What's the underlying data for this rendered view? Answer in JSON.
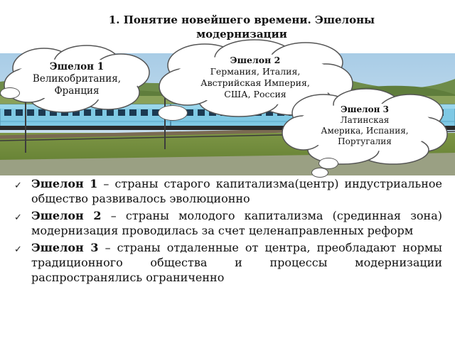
{
  "slide": {
    "title": "1. Понятие новейшего времени. Эшелоны модернизации",
    "clouds": [
      {
        "heading": "Эшелон 1",
        "lines": [
          "Великобритания,",
          "Франция"
        ]
      },
      {
        "heading": "Эшелон 2",
        "lines": [
          "Германия, Италия,",
          "Австрийская Империя,",
          "США, Россия"
        ]
      },
      {
        "heading": "Эшелон 3",
        "lines": [
          "Латинская",
          "Америка, Испания,",
          "Португалия"
        ]
      }
    ],
    "bullets": [
      {
        "term": "Эшелон 1",
        "text": " – страны старого капитализма(центр) индустриальное общество развивалось эволюционно"
      },
      {
        "term": "Эшелон 2",
        "text": " – страны молодого капитализма (срединная зона) модернизация проводилась за счет целенаправленных реформ"
      },
      {
        "term": "Эшелон 3",
        "text": " – страны отдаленные от центра, преобладают нормы традиционного общества и процессы модернизации распространялись ограниченно"
      }
    ]
  },
  "colors": {
    "sky": "#b9d6ec",
    "grass": "#6f8a3a",
    "train": "#7fc9e4",
    "cloud_border": "#555555"
  },
  "icons": {
    "bullet": "check-mark-icon"
  }
}
